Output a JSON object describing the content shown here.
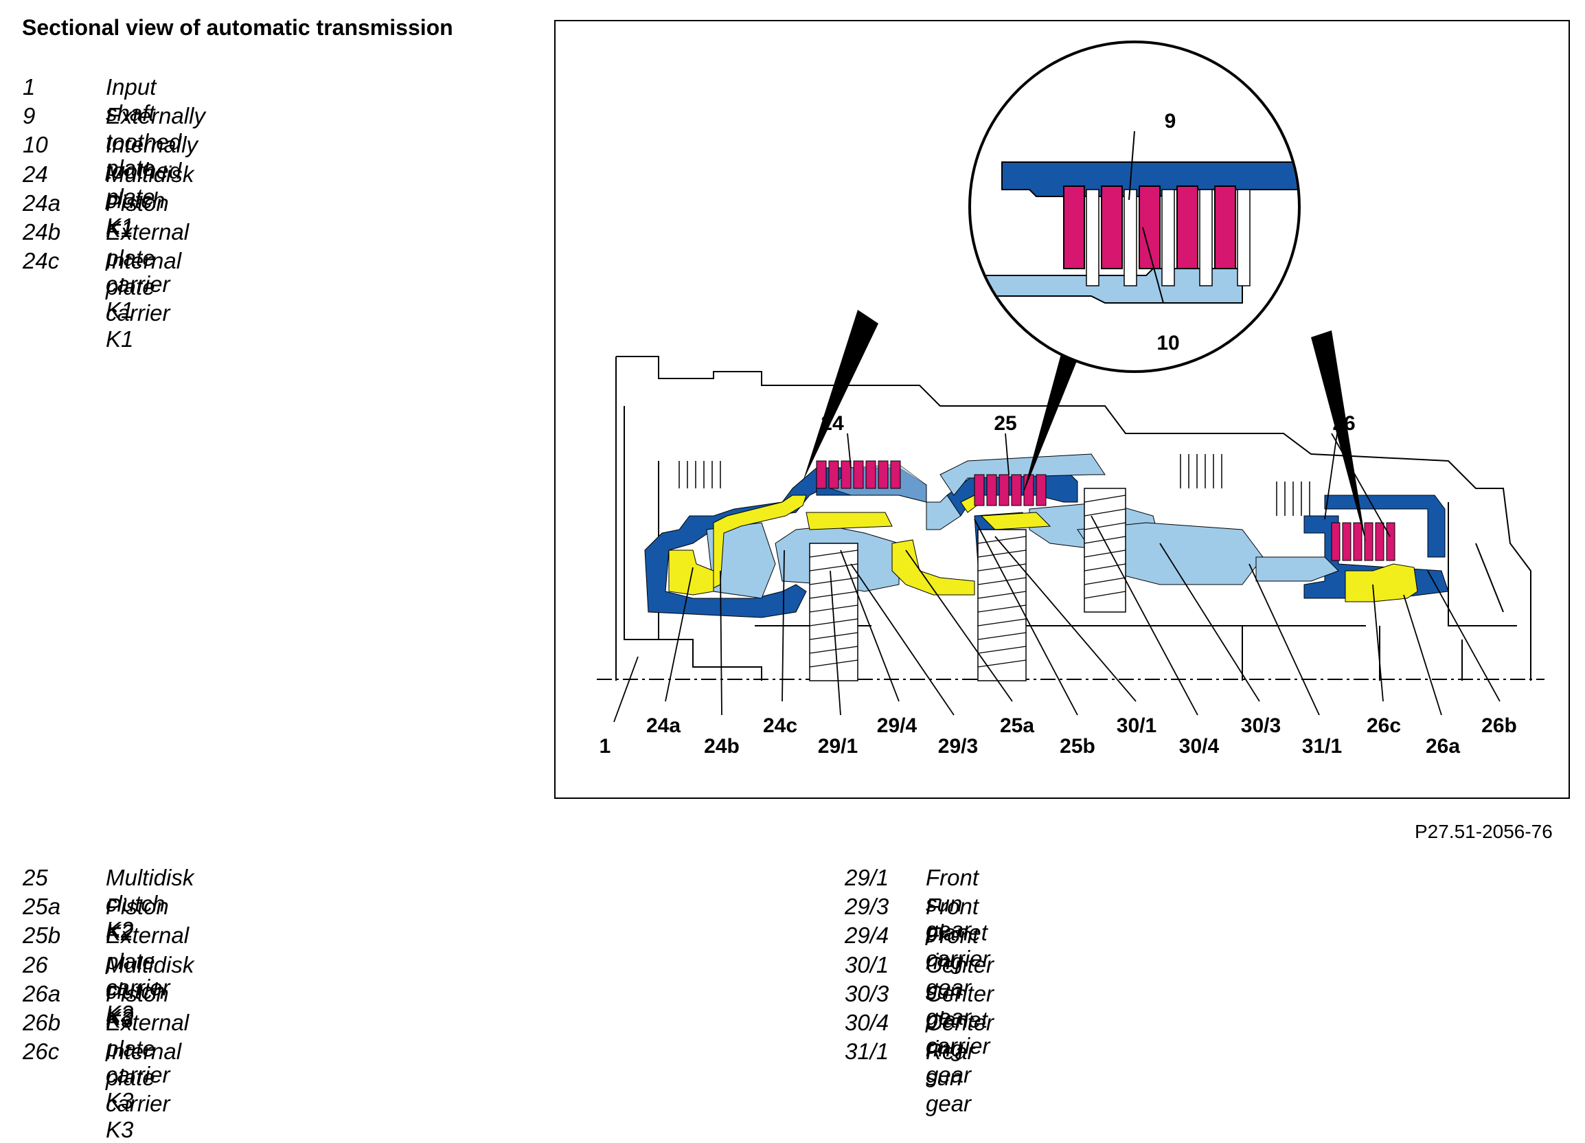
{
  "title": "Sectional view of automatic transmission",
  "legend_top": [
    {
      "num": "1",
      "desc": "Input shaft"
    },
    {
      "num": "9",
      "desc": "Externally toothed plate"
    },
    {
      "num": "10",
      "desc": "Internally toothed plate"
    },
    {
      "num": "24",
      "desc": "Multidisk clutch K1"
    },
    {
      "num": "24a",
      "desc": "Piston K1"
    },
    {
      "num": "24b",
      "desc": "External plate carrier K1"
    },
    {
      "num": "24c",
      "desc": "Internal plate carrier K1"
    }
  ],
  "legend_bottom_left": [
    {
      "num": "25",
      "desc": "Multidisk clutch K2"
    },
    {
      "num": "25a",
      "desc": "Piston K2"
    },
    {
      "num": "25b",
      "desc": "External plate carrier K2"
    },
    {
      "num": "26",
      "desc": "Multidisk clutch K3"
    },
    {
      "num": "26a",
      "desc": "Piston K3"
    },
    {
      "num": "26b",
      "desc": "External plate carrier K3"
    },
    {
      "num": "26c",
      "desc": "Internal plate carrier K3"
    }
  ],
  "legend_bottom_right": [
    {
      "num": "29/1",
      "desc": "Front sun gear"
    },
    {
      "num": "29/3",
      "desc": "Front planet carrier"
    },
    {
      "num": "29/4",
      "desc": "Front ring gear"
    },
    {
      "num": "30/1",
      "desc": "Center sun gear"
    },
    {
      "num": "30/3",
      "desc": "Center planet carrier"
    },
    {
      "num": "30/4",
      "desc": "Center ring gear"
    },
    {
      "num": "31/1",
      "desc": "Rear sun gear"
    }
  ],
  "diagram": {
    "figure_code": "P27.51-2056-76",
    "callouts": {
      "c9": "9",
      "c10": "10",
      "c24": "24",
      "c25": "25",
      "c26": "26",
      "c1": "1",
      "c24a": "24a",
      "c24b": "24b",
      "c24c": "24c",
      "c29_1": "29/1",
      "c29_4": "29/4",
      "c29_3": "29/3",
      "c25a": "25a",
      "c25b": "25b",
      "c30_1": "30/1",
      "c30_4": "30/4",
      "c30_3": "30/3",
      "c31_1": "31/1",
      "c26c": "26c",
      "c26a": "26a",
      "c26b": "26b"
    },
    "colors": {
      "dark_blue": "#1557a6",
      "light_blue": "#9fcbe9",
      "magenta": "#d6166f",
      "yellow": "#f2ee1c",
      "outline": "#000000"
    }
  }
}
